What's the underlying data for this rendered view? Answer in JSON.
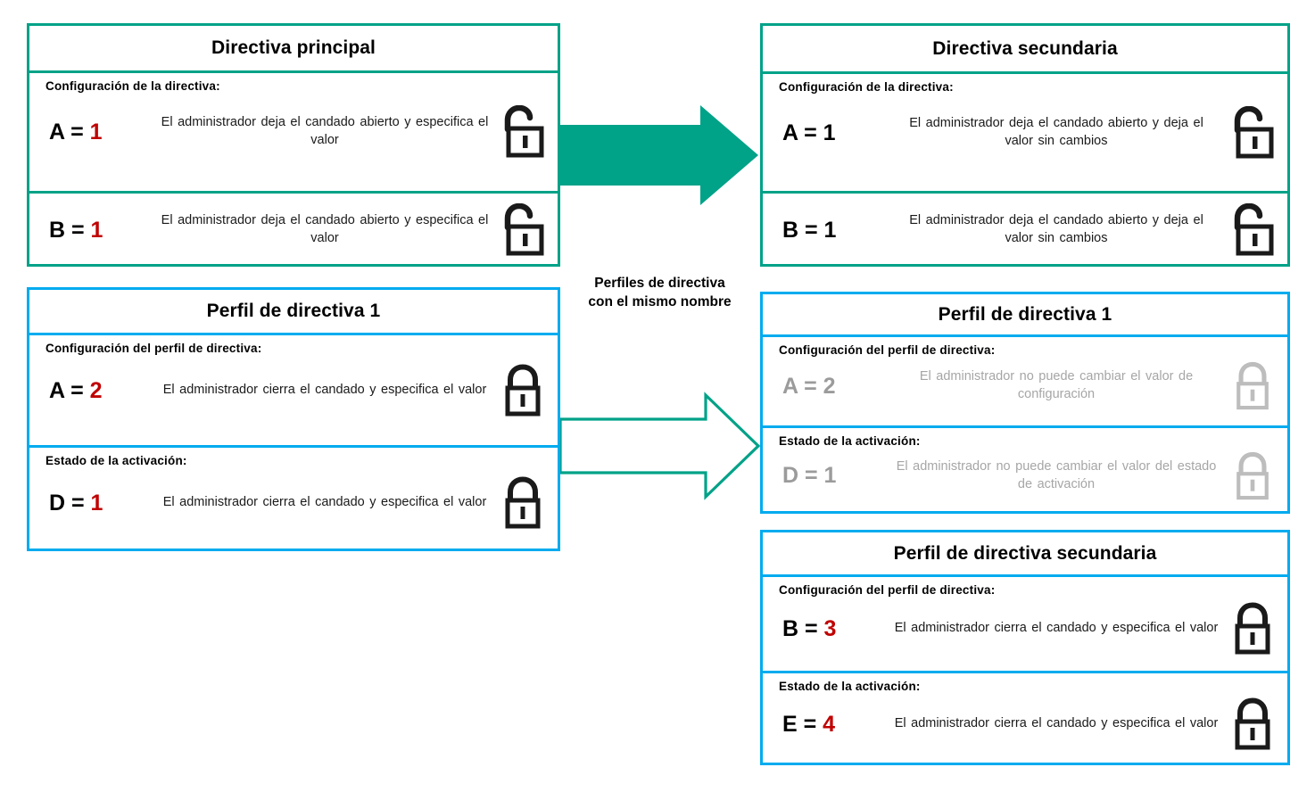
{
  "colors": {
    "green": "#00A288",
    "blue": "#00ABEF",
    "red_value": "#C00000",
    "dim_gray": "#a6a6a6",
    "text": "#000000"
  },
  "center_label": {
    "text": "Perfiles de directiva\ncon el mismo nombre"
  },
  "cards": {
    "primary_policy": {
      "title": "Directiva principal",
      "accent": "green",
      "sections": [
        {
          "label": "Configuración  de la directiva:",
          "rows": [
            {
              "key": "A = ",
              "value": "1",
              "desc": "El administrador  deja  el candado  abierto  y especifica  el valor",
              "lock": "unlocked-icon",
              "dim": false
            }
          ]
        },
        {
          "label": "",
          "rows": [
            {
              "key": "B = ",
              "value": "1",
              "desc": "El administrador  deja  el candado  abierto  y especifica  el valor",
              "lock": "unlocked-icon",
              "dim": false
            }
          ]
        }
      ]
    },
    "secondary_policy": {
      "title": "Directiva secundaria",
      "accent": "green",
      "sections": [
        {
          "label": "Configuración  de la directiva:",
          "rows": [
            {
              "key": "A = 1",
              "value": "",
              "desc": "El administrador  deja  el candado  abierto  y deja  el valor  sin cambios",
              "lock": "unlocked-icon",
              "dim": false
            }
          ]
        },
        {
          "label": "",
          "rows": [
            {
              "key": "B = 1",
              "value": "",
              "desc": "El administrador  deja  el candado  abierto  y deja  el valor  sin cambios",
              "lock": "unlocked-icon",
              "dim": false
            }
          ]
        }
      ]
    },
    "policy_profile_1_left": {
      "title": "Perfil de directiva 1",
      "accent": "blue",
      "sections": [
        {
          "label": "Configuración  del perfil  de directiva:",
          "rows": [
            {
              "key": "A = ",
              "value": "2",
              "desc": "El administrador  cierra el candado  y especifica el valor",
              "lock": "locked-icon",
              "dim": false
            }
          ]
        },
        {
          "label": "Estado  de la activación:",
          "rows": [
            {
              "key": "D = ",
              "value": "1",
              "desc": "El administrador  cierra el candado  y especifica el valor",
              "lock": "locked-icon",
              "dim": false
            }
          ]
        }
      ]
    },
    "policy_profile_1_right": {
      "title": "Perfil de directiva 1",
      "accent": "blue",
      "sections": [
        {
          "label": "Configuración  del perfil  de directiva:",
          "rows": [
            {
              "key": "A = 2",
              "value": "",
              "desc": "El administrador  no puede  cambiar  el valor  de configuración",
              "lock": "locked-icon-dim",
              "dim": true
            }
          ]
        },
        {
          "label": "Estado  de la activación:",
          "rows": [
            {
              "key": "D = 1",
              "value": "",
              "desc": "El administrador  no puede  cambiar  el valor del estado  de activación",
              "lock": "locked-icon-dim",
              "dim": true
            }
          ]
        }
      ]
    },
    "secondary_policy_profile": {
      "title": "Perfil de directiva secundaria",
      "accent": "blue",
      "sections": [
        {
          "label": "Configuración  del perfil  de directiva:",
          "rows": [
            {
              "key": "B = ",
              "value": "3",
              "desc": "El administrador  cierra el candado  y especifica el valor",
              "lock": "locked-icon",
              "dim": false
            }
          ]
        },
        {
          "label": "Estado  de la activación:",
          "rows": [
            {
              "key": "E = ",
              "value": "4",
              "desc": "El administrador  cierra el candado  y especifica el valor",
              "lock": "locked-icon",
              "dim": false
            }
          ]
        }
      ]
    }
  },
  "arrows": [
    {
      "name": "arrow-primary-to-secondary",
      "style": "filled",
      "color": "#00A288"
    },
    {
      "name": "arrow-profile-to-profile",
      "style": "outlined",
      "color": "#00A288"
    }
  ]
}
